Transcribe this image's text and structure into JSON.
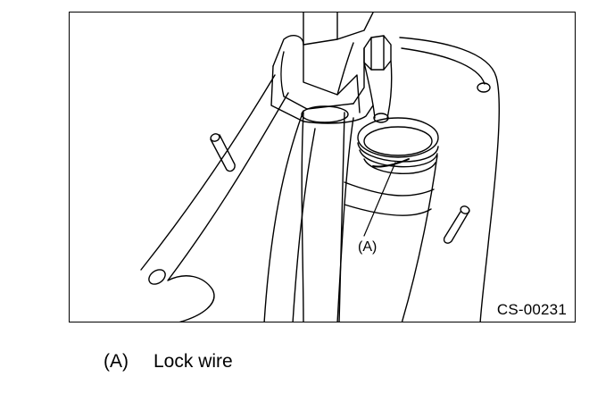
{
  "figure": {
    "id_label": "CS-00231",
    "callouts": [
      {
        "key": "(A)"
      }
    ]
  },
  "legend": [
    {
      "key": "(A)",
      "text": "Lock wire"
    }
  ],
  "colors": {
    "line": "#000000",
    "background": "#ffffff"
  }
}
